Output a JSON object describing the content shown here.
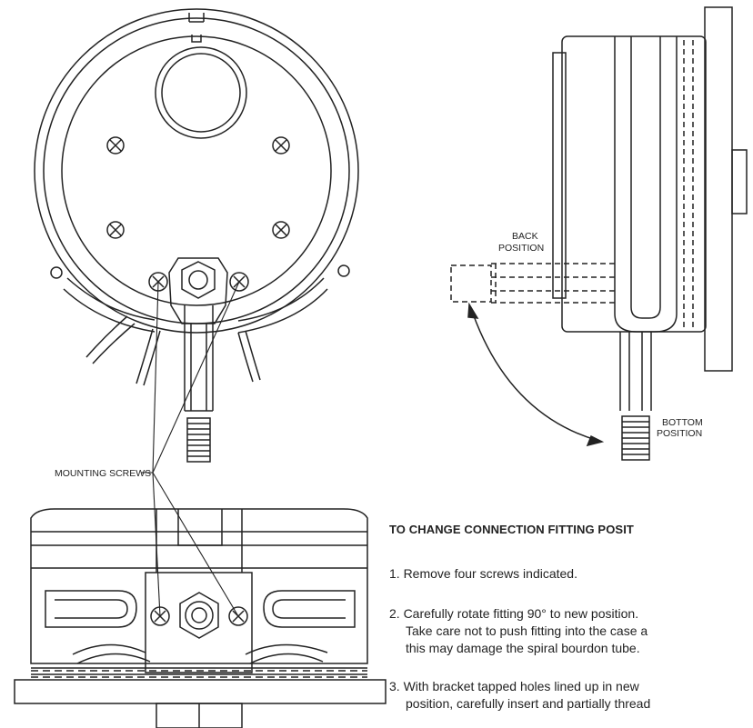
{
  "labels": {
    "back_position": [
      "BACK",
      "POSITION"
    ],
    "bottom_position": [
      "BOTTOM",
      "POSITION"
    ],
    "mounting_screws": "MOUNTING SCREWS"
  },
  "instructions": {
    "heading": "TO CHANGE CONNECTION FITTING POSIT",
    "step1": "1. Remove four screws indicated.",
    "step2": [
      "2. Carefully rotate fitting 90° to new position.",
      "Take care not to push fitting into the case a",
      "this may damage the spiral bourdon tube."
    ],
    "step3": [
      "3. With bracket tapped holes lined up in new",
      "position, carefully insert and partially thread"
    ]
  },
  "colors": {
    "line": "#222222",
    "background": "#ffffff"
  }
}
